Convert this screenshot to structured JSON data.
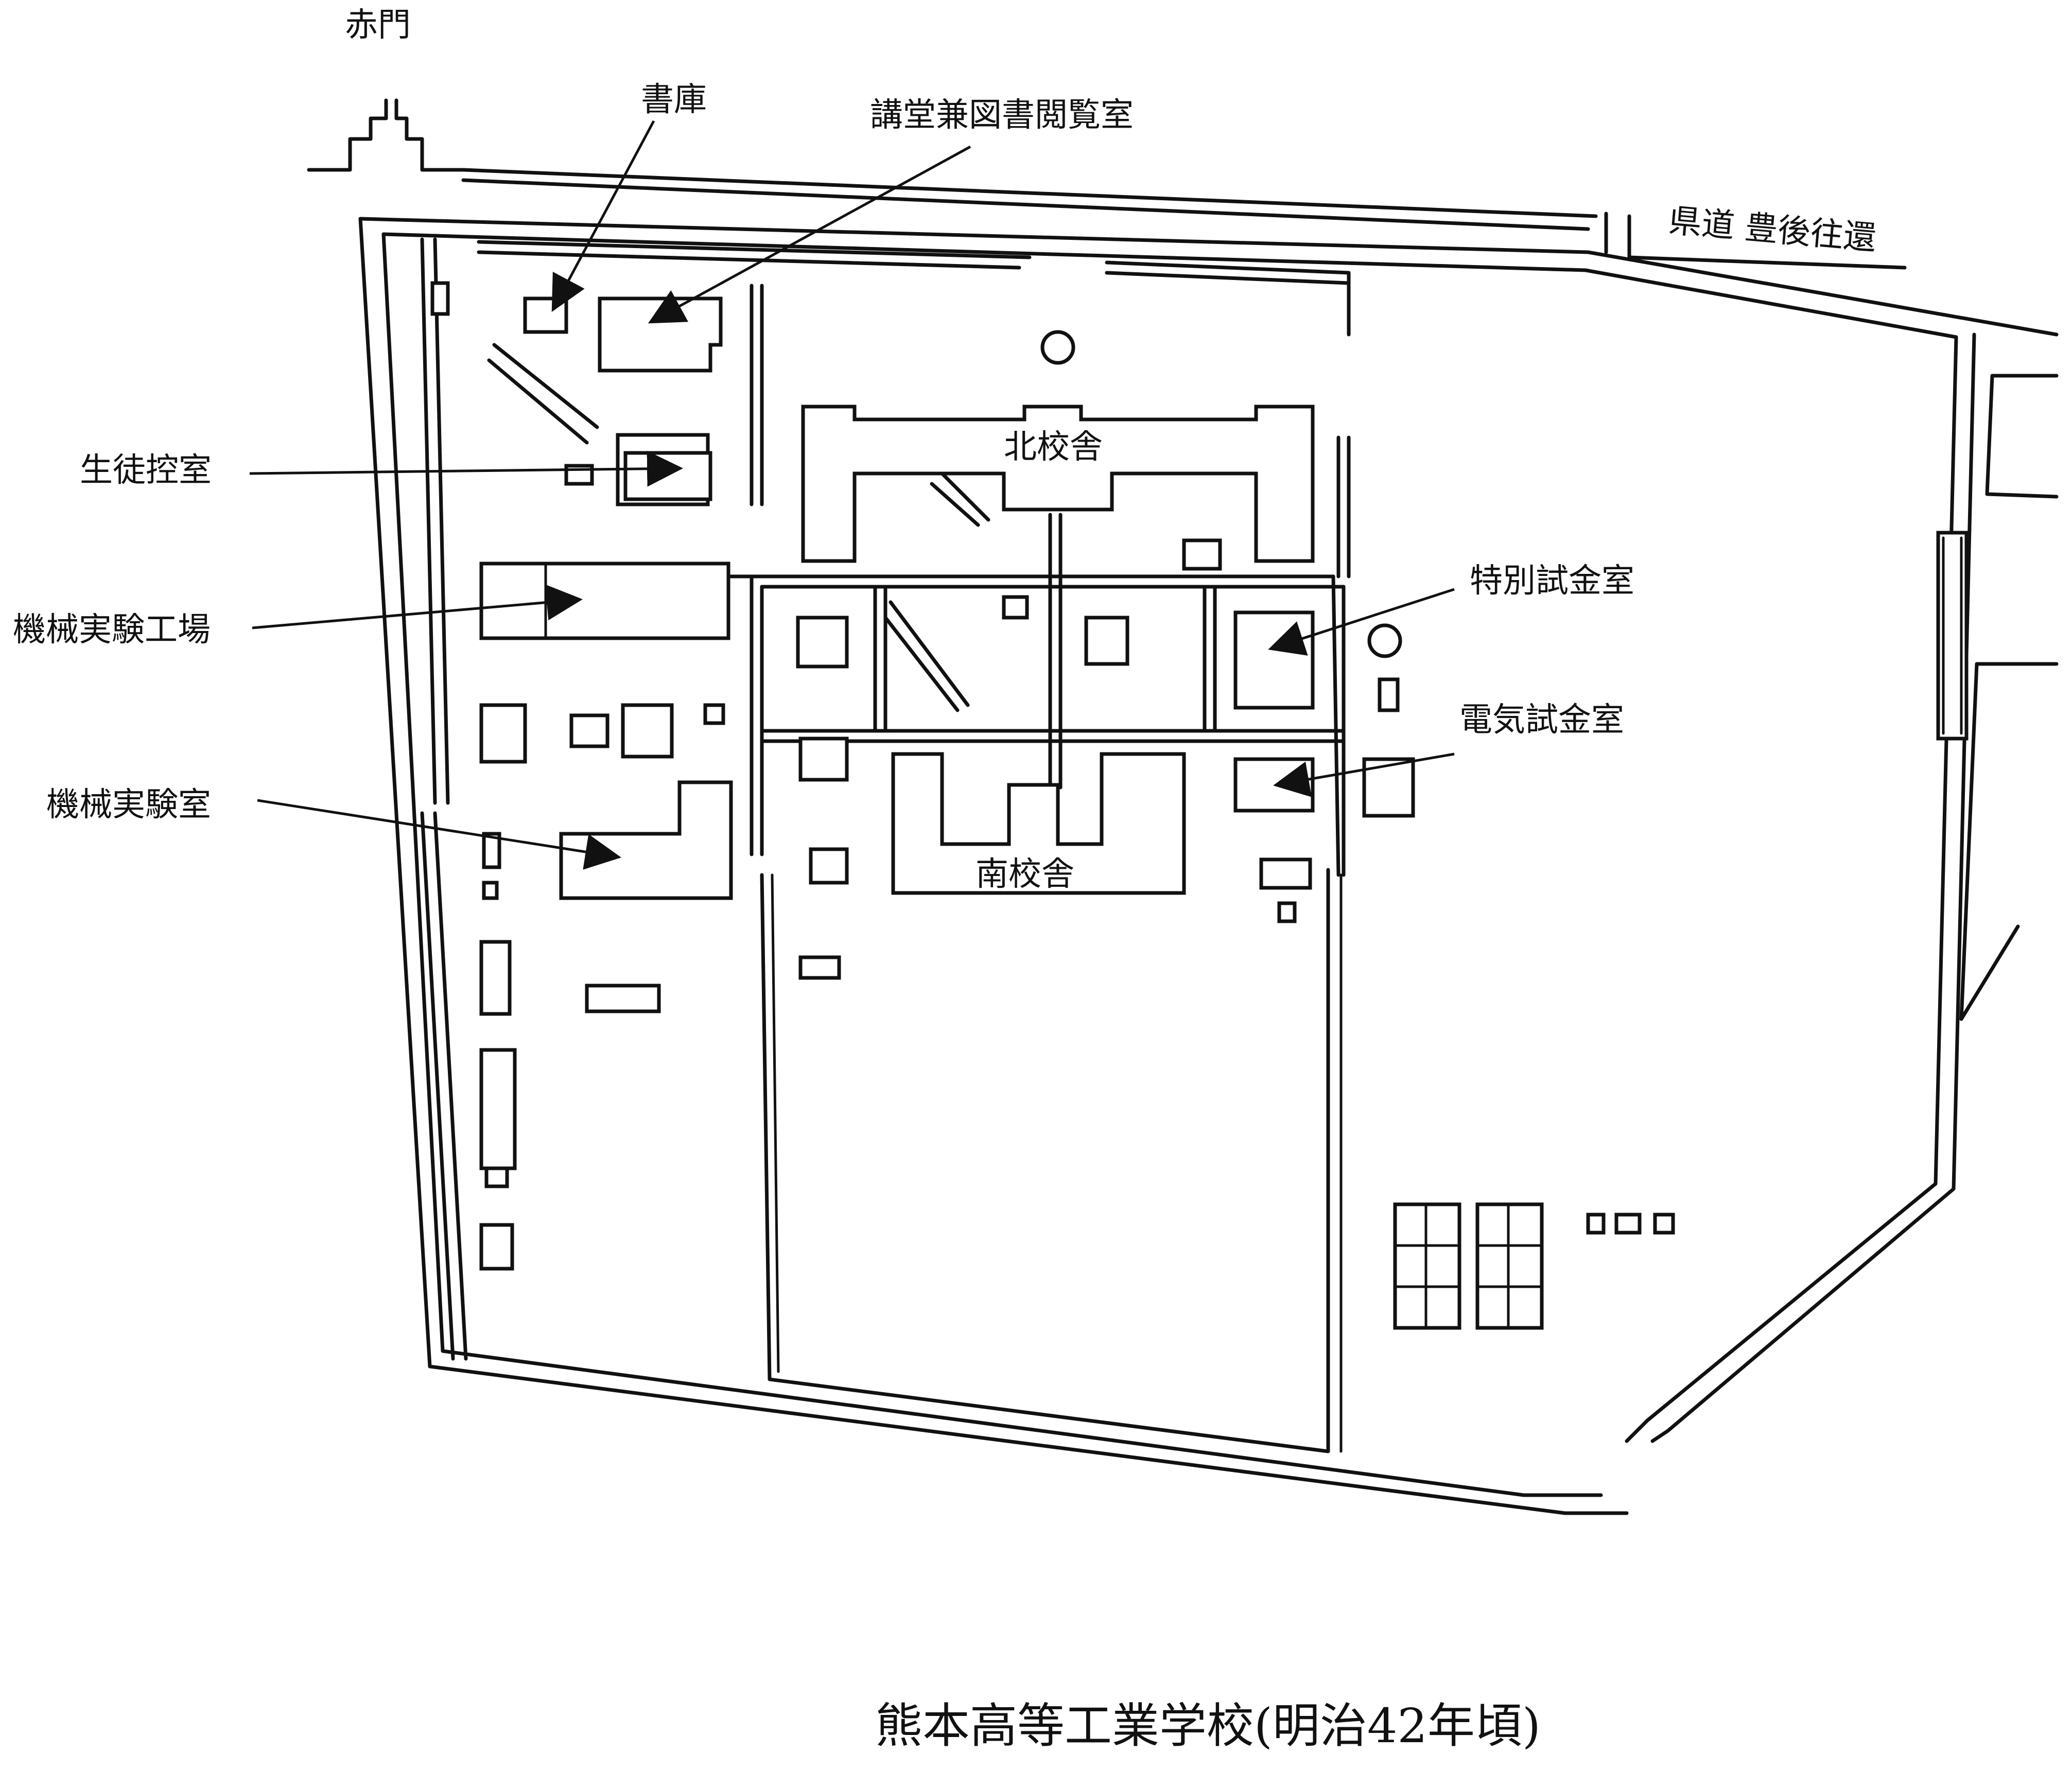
{
  "title": "熊本高等工業学校(明治42年頃)",
  "labels": {
    "red_gate": "赤門",
    "library_stack": "書庫",
    "auditorium": "講堂兼図書閲覧室",
    "prefectural_road": "県道 豊後往還",
    "student_waiting_room": "生徒控室",
    "north_building": "北校舎",
    "mech_workshop": "機械実験工場",
    "special_assay_room": "特別試金室",
    "electric_assay_room": "電気試金室",
    "mech_lab": "機械実験室",
    "south_building": "南校舎"
  }
}
